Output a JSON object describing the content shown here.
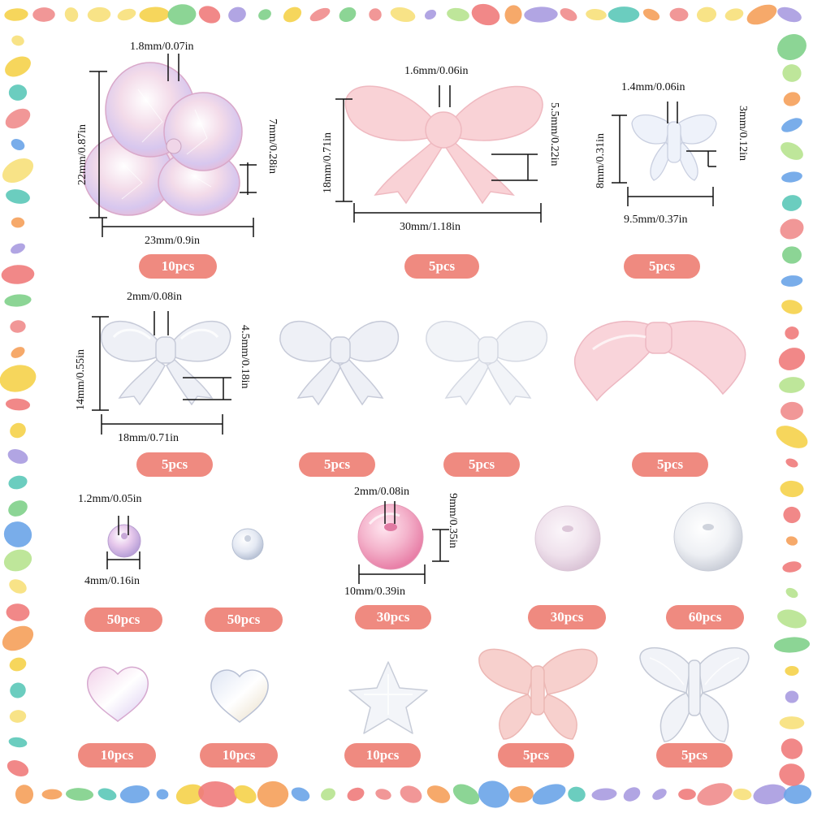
{
  "items": [
    {
      "id": "flower-bead",
      "quantity": "10pcs",
      "dims": [
        "1.8mm/0.07in",
        "22mm/0.87in",
        "7mm/0.28in",
        "23mm/0.9in"
      ]
    },
    {
      "id": "pink-bow-large",
      "quantity": "5pcs",
      "dims": [
        "1.6mm/0.06in",
        "18mm/0.71in",
        "5.5mm/0.22in",
        "30mm/1.18in"
      ]
    },
    {
      "id": "clear-butterfly-small",
      "quantity": "5pcs",
      "dims": [
        "1.4mm/0.06in",
        "8mm/0.31in",
        "3mm/0.12in",
        "9.5mm/0.37in"
      ]
    },
    {
      "id": "clear-bow-1",
      "quantity": "5pcs",
      "dims": [
        "2mm/0.08in",
        "14mm/0.55in",
        "4.5mm/0.18in",
        "18mm/0.71in"
      ]
    },
    {
      "id": "clear-bow-2",
      "quantity": "5pcs"
    },
    {
      "id": "frosted-bow",
      "quantity": "5pcs"
    },
    {
      "id": "pink-ribbon-bow",
      "quantity": "5pcs"
    },
    {
      "id": "pink-ab-round-bead-small",
      "quantity": "50pcs",
      "dims": [
        "1.2mm/0.05in",
        "4mm/0.16in"
      ]
    },
    {
      "id": "clear-ab-round-bead-small",
      "quantity": "50pcs"
    },
    {
      "id": "pink-round-bead-large",
      "quantity": "30pcs",
      "dims": [
        "2mm/0.08in",
        "9mm/0.35in",
        "10mm/0.39in"
      ]
    },
    {
      "id": "frosted-pink-round-bead",
      "quantity": "30pcs"
    },
    {
      "id": "clear-round-bead",
      "quantity": "60pcs"
    },
    {
      "id": "pink-ab-heart-bead",
      "quantity": "10pcs"
    },
    {
      "id": "clear-ab-heart-bead",
      "quantity": "10pcs"
    },
    {
      "id": "clear-star-bead",
      "quantity": "10pcs"
    },
    {
      "id": "pink-butterfly-bead",
      "quantity": "5pcs"
    },
    {
      "id": "clear-ab-butterfly-bead",
      "quantity": "5pcs"
    }
  ],
  "colors": {
    "badge": "#ef8a80",
    "badge_text": "#ffffff",
    "dimension_lines": "#111111",
    "frame_palette": [
      "#f08c8c",
      "#5bc8b8",
      "#f5d24a",
      "#a99be0",
      "#7fd08a",
      "#f5a05a",
      "#6aa4e8",
      "#ef7b7b",
      "#b7e38f",
      "#f7e07a"
    ]
  }
}
